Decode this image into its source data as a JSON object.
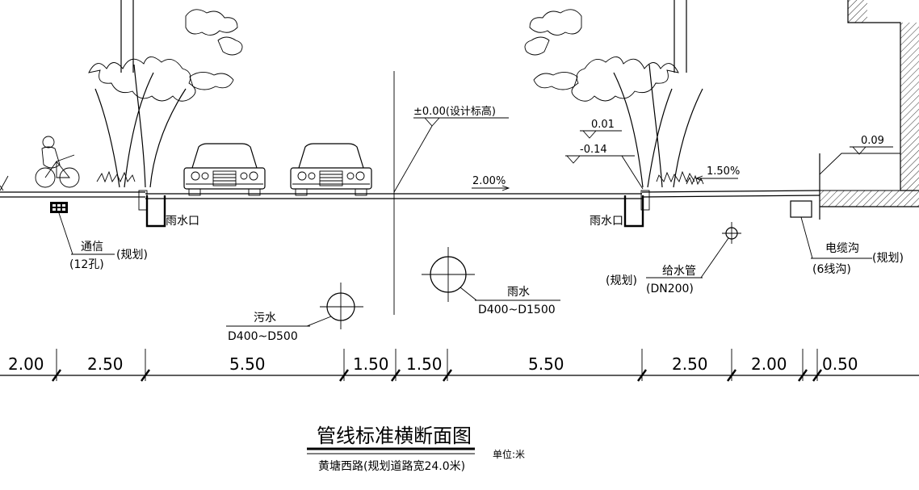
{
  "title": "管线标准横断面图",
  "subtitle": "黄塘西路(规划道路宽24.0米)",
  "unit_label": "单位:米",
  "center_elevation": "±0.00(设计标高)",
  "slopes": {
    "road": "2.00%",
    "sidewalk": "1.50%"
  },
  "elevations": {
    "curb_top": "0.01",
    "curb_bottom": "-0.14",
    "right_edge": "0.09"
  },
  "utilities": {
    "telecom": {
      "name": "通信",
      "detail": "(12孔)",
      "status": "(规划)"
    },
    "storm_inlet": "雨水口",
    "cable_trench": {
      "name": "电缆沟",
      "detail": "(6线沟)",
      "status": "(规划)"
    },
    "water_supply": {
      "status": "(规划)",
      "name": "给水管",
      "detail": "(DN200)"
    },
    "rainwater": {
      "name": "雨水",
      "detail": "D400~D1500"
    },
    "sewage": {
      "name": "污水",
      "detail": "D400~D500"
    }
  },
  "dimensions": [
    "2.00",
    "2.50",
    "5.50",
    "1.50",
    "1.50",
    "5.50",
    "2.50",
    "2.00",
    "0.50"
  ],
  "icons": [
    "tree-icon",
    "car-icon",
    "cyclist-icon",
    "grass-icon"
  ]
}
